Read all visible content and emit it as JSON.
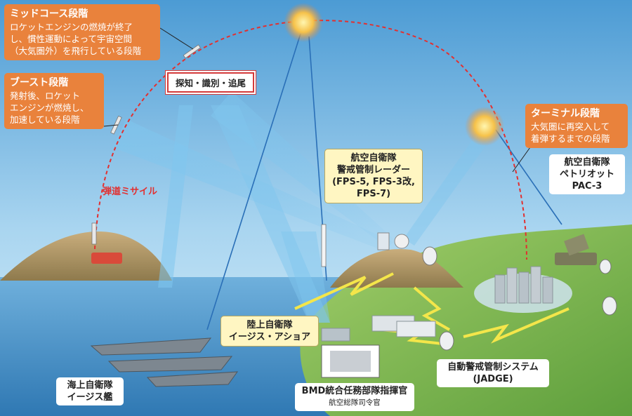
{
  "phases": {
    "midcourse": {
      "title": "ミッドコース段階",
      "lines": [
        "ロケットエンジンの燃焼が終了",
        "し、慣性運動によって宇宙空間",
        "（大気圏外）を飛行している段階"
      ]
    },
    "boost": {
      "title": "ブースト段階",
      "lines": [
        "発射後、ロケット",
        "エンジンが燃焼し、",
        "加速している段階"
      ]
    },
    "terminal": {
      "title": "ターミナル段階",
      "lines": [
        "大気圏に再突入して",
        "着弾するまでの段階"
      ]
    }
  },
  "labels": {
    "detect": "探知・識別・追尾",
    "missile": "弾道ミサイル",
    "radar": [
      "航空自衛隊",
      "警戒管制レーダー",
      "(FPS-5, FPS-3改,",
      "FPS-7)"
    ],
    "patriot": [
      "航空自衛隊",
      "ペトリオット",
      "PAC-3"
    ],
    "ashore": [
      "陸上自衛隊",
      "イージス・アショア"
    ],
    "aegis": [
      "海上自衛隊",
      "イージス艦"
    ],
    "bmd": "BMD統合任務部隊指揮官",
    "bmd_sub": "航空総隊司令官",
    "jadge": [
      "自動警戒管制システム",
      "(JADGE)"
    ]
  },
  "colors": {
    "sky_top": "#4c9bd4",
    "sky_bottom": "#d7ecf8",
    "sea": "#3f8cc5",
    "land": "#7fba4f",
    "trajectory": "#e23030",
    "phase_box": "#e9823c",
    "beam": "#8fcdf0"
  }
}
